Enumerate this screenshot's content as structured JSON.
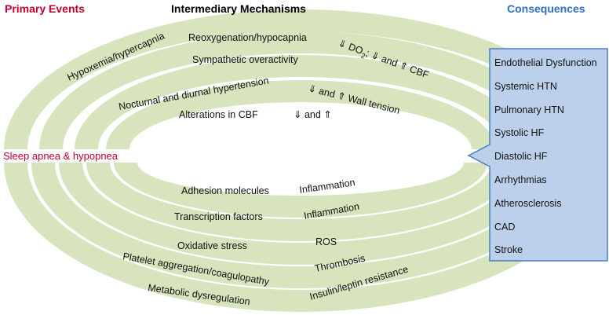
{
  "colors": {
    "ring": "#d7e4bd",
    "primary_red": "#c00030",
    "consequence_blue": "#2f6fc0",
    "box_fill": "#bcd0eb",
    "box_border": "#4a7ebf"
  },
  "headers": {
    "primary": "Primary Events",
    "intermediary": "Intermediary Mechanisms",
    "consequences": "Consequences"
  },
  "center_label": "Sleep apnea & hypopnea",
  "upper_labels": {
    "reoxygenation": "Reoxygenation/hypocapnia",
    "hypoxemia": "Hypoxemia/hypercapnia",
    "do2_pre": "⇓ DO",
    "do2_sub": "2",
    "do2_post": "; ⇓ and ⇑ CBF",
    "sympathetic": "Sympathetic overactivity",
    "hypertension": "Nocturnal and diurnal hypertension",
    "wall_tension": "⇓ and ⇑ Wall tension",
    "alterations": "Alterations in CBF",
    "alterations_arrows": "⇓ and ⇑"
  },
  "lower_labels": {
    "adhesion": "Adhesion molecules",
    "inflammation_1": "Inflammation",
    "transcription": "Transcription factors",
    "inflammation_2": "Inflammation",
    "oxidative": "Oxidative stress",
    "ros": "ROS",
    "platelet": "Platelet aggregation/coagulopathy",
    "thrombosis": "Thrombosis",
    "metabolic": "Metabolic dysregulation",
    "insulin": "Insulin/leptin resistance"
  },
  "consequences": [
    "Endothelial Dysfunction",
    "Systemic HTN",
    "Pulmonary HTN",
    "Systolic HF",
    "Diastolic HF",
    "Arrhythmias",
    "Atherosclerosis",
    "CAD",
    "Stroke"
  ]
}
